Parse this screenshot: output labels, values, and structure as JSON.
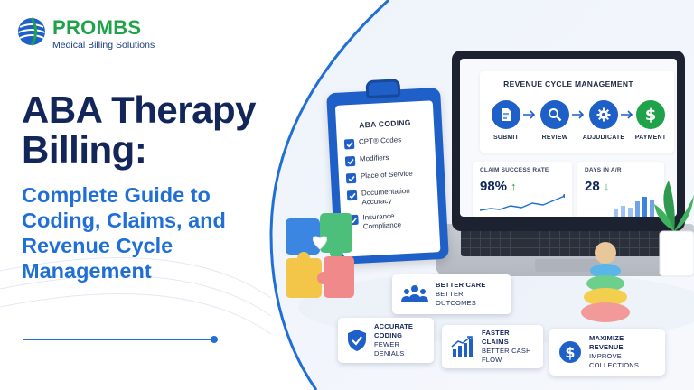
{
  "logo": {
    "brand": "PROMBS",
    "tagline": "Medical Billing Solutions",
    "icon": "globe-icon"
  },
  "headline": {
    "title": "ABA Therapy Billing:",
    "subtitle": "Complete Guide to Coding, Claims, and Revenue Cycle Management"
  },
  "clipboard": {
    "title": "ABA CODING",
    "items": [
      "CPT® Codes",
      "Modifiers",
      "Place of Service",
      "Documentation Accuracy",
      "Insurance Compliance"
    ]
  },
  "laptop": {
    "panel_title": "REVENUE CYCLE MANAGEMENT",
    "steps": [
      {
        "label": "SUBMIT",
        "icon": "document-icon",
        "color": "#1f5fc8"
      },
      {
        "label": "REVIEW",
        "icon": "magnifier-icon",
        "color": "#1f5fc8"
      },
      {
        "label": "ADJUDICATE",
        "icon": "gear-icon",
        "color": "#1f5fc8"
      },
      {
        "label": "PAYMENT",
        "icon": "dollar-icon",
        "color": "#1fa34a"
      }
    ],
    "stats": [
      {
        "label": "CLAIM SUCCESS RATE",
        "value": "98%",
        "trend": "up",
        "trend_color": "#1fa34a"
      },
      {
        "label": "DAYS IN A/R",
        "value": "28",
        "trend": "down",
        "trend_color": "#1fa34a"
      }
    ]
  },
  "cards": [
    {
      "line1": "BETTER CARE",
      "line2": "BETTER OUTCOMES",
      "icon": "people-icon"
    },
    {
      "line1": "ACCURATE CODING",
      "line2": "FEWER DENIALS",
      "icon": "shield-check-icon"
    },
    {
      "line1": "FASTER CLAIMS",
      "line2": "BETTER CASH FLOW",
      "icon": "growth-chart-icon"
    },
    {
      "line1": "MAXIMIZE REVENUE",
      "line2": "IMPROVE COLLECTIONS",
      "icon": "dollar-icon"
    }
  ],
  "colors": {
    "navy": "#13265a",
    "blue": "#1f6fd6",
    "green": "#1fa34a",
    "clipboard_blue": "#1f5fc8"
  }
}
